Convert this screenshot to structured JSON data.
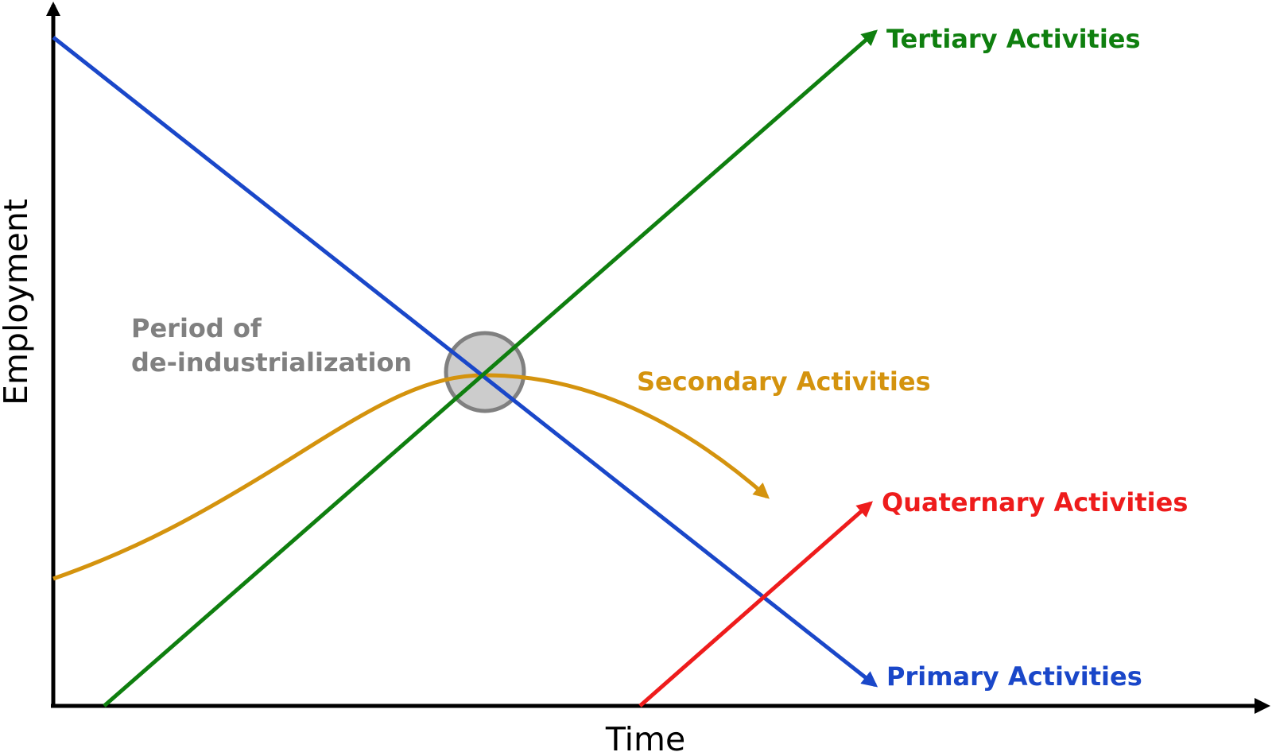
{
  "diagram": {
    "x_axis_label": "Time",
    "y_axis_label": "Employment",
    "annotation": {
      "line1": "Period of",
      "line2": "de-industrialization",
      "color": "#808080"
    },
    "axis_color": "#000000",
    "circle_fill": "#cccccc",
    "circle_stroke": "#808080",
    "series": [
      {
        "key": "tertiary",
        "label": "Tertiary Activities",
        "color": "#0f7f0f",
        "trend": "rising"
      },
      {
        "key": "secondary",
        "label": "Secondary Activities",
        "color": "#d4930e",
        "trend": "rise-then-fall"
      },
      {
        "key": "quaternary",
        "label": "Quaternary Activities",
        "color": "#ee1c1c",
        "trend": "rising, late start"
      },
      {
        "key": "primary",
        "label": "Primary Activities",
        "color": "#1a47c9",
        "trend": "falling"
      }
    ]
  }
}
